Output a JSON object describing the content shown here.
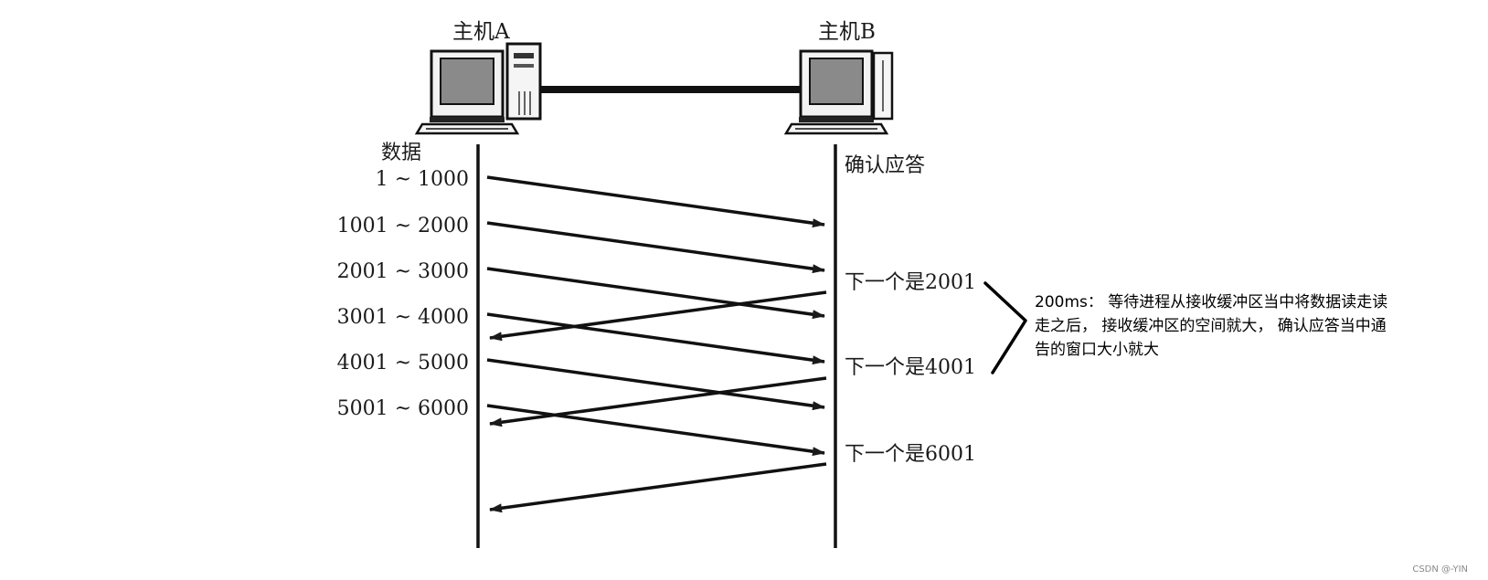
{
  "hosts": {
    "a": "主机A",
    "b": "主机B"
  },
  "left_header": "数据",
  "right_header": "确认应答",
  "data_segments": [
    "1 ~ 1000",
    "1001 ~ 2000",
    "2001 ~ 3000",
    "3001 ~ 4000",
    "4001 ~ 5000",
    "5001 ~ 6000"
  ],
  "acks": [
    "下一个是2001",
    "下一个是4001",
    "下一个是6001"
  ],
  "note": "200ms： 等待进程从接收缓冲区当中将数据读走读走之后， 接收缓冲区的空间就大， 确认应答当中通告的窗口大小就大",
  "watermark": "CSDN @-YIN"
}
